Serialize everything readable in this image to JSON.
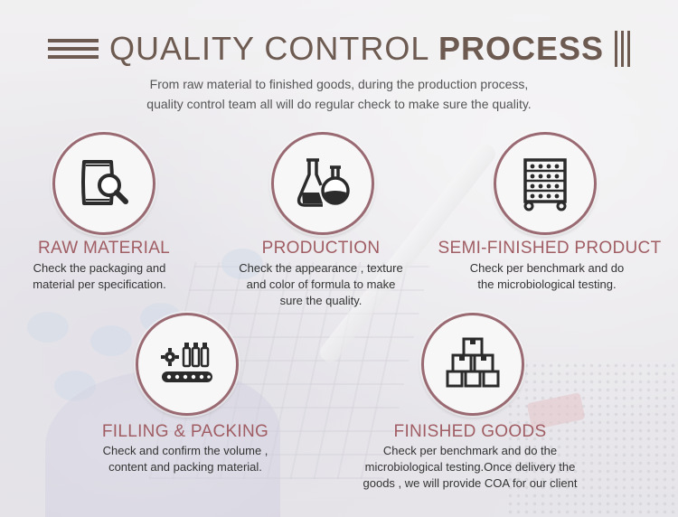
{
  "header": {
    "title_light": "QUALITY CONTROL",
    "title_bold": "PROCESS",
    "subtitle_line1": "From raw material to finished goods, during the production process,",
    "subtitle_line2": "quality control team all will do regular check to make sure the quality."
  },
  "steps": [
    {
      "icon": "raw-material-bag-magnifier-icon",
      "title": "RAW MATERIAL",
      "desc_line1": "Check the packaging and",
      "desc_line2": "material per specification."
    },
    {
      "icon": "flask-icon",
      "title": "PRODUCTION",
      "desc_line1": "Check the appearance , texture",
      "desc_line2": "and color of formula to make",
      "desc_line3": "sure the quality."
    },
    {
      "icon": "rack-trolley-icon",
      "title": "SEMI-FINISHED PRODUCT",
      "desc_line1": "Check per benchmark and do",
      "desc_line2": "the microbiological testing."
    },
    {
      "icon": "conveyor-filling-icon",
      "title": "FILLING & PACKING",
      "desc_line1": "Check and confirm the volume ,",
      "desc_line2": "content and packing material."
    },
    {
      "icon": "stacked-boxes-icon",
      "title": "FINISHED GOODS",
      "desc_line1": "Check per benchmark and do the",
      "desc_line2": "microbiological testing.Once delivery the",
      "desc_line3": "goods , we will provide COA for our client"
    }
  ],
  "colors": {
    "title": "#6d5a50",
    "step_title": "#a05e64",
    "circle_border": "#9a6a72",
    "icon": "#2b2b2b"
  }
}
